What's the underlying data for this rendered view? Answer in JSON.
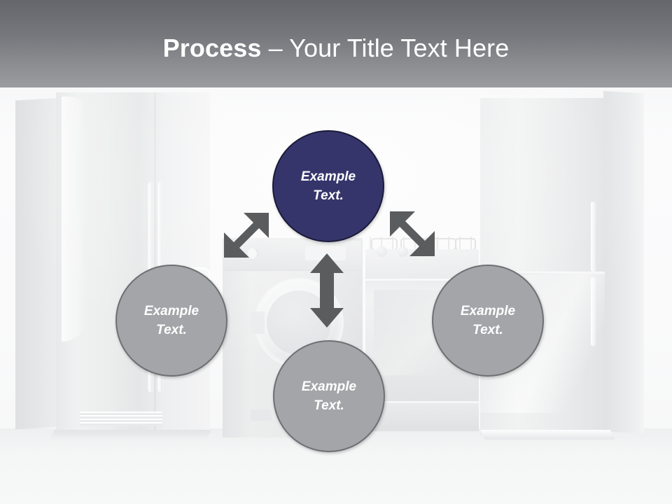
{
  "slide": {
    "header": {
      "title_strong": "Process",
      "title_separator": " – ",
      "title_light": "Your Title Text Here",
      "background_color_top": "#65666b",
      "background_color_bottom": "#9a9ca0",
      "title_color": "#ffffff"
    },
    "background": {
      "description": "Faded photograph of kitchen appliances",
      "items": [
        {
          "name": "side-by-side-refrigerator",
          "position": "left"
        },
        {
          "name": "washing-machine",
          "position": "center"
        },
        {
          "name": "gas-stove-oven",
          "position": "center-right"
        },
        {
          "name": "tall-refrigerator-freezer",
          "position": "right"
        }
      ]
    },
    "diagram": {
      "type": "hub-and-spoke",
      "accent_color": "#36356b",
      "node_color": "#a3a5a8",
      "node_border_color": "#6e7073",
      "arrow_color": "#5b5c5e",
      "nodes": [
        {
          "id": "top",
          "label": "Example Text.",
          "line1": "Example",
          "line2": "Text.",
          "highlighted": true
        },
        {
          "id": "left",
          "label": "Example Text.",
          "line1": "Example",
          "line2": "Text.",
          "highlighted": false
        },
        {
          "id": "right",
          "label": "Example Text.",
          "line1": "Example",
          "line2": "Text.",
          "highlighted": false
        },
        {
          "id": "bottom",
          "label": "Example Text.",
          "line1": "Example",
          "line2": "Text.",
          "highlighted": false
        }
      ],
      "connectors": [
        {
          "id": "top-left",
          "from": "top",
          "to": "left",
          "style": "double-headed",
          "orientation": "diagonal-down-left"
        },
        {
          "id": "top-right",
          "from": "top",
          "to": "right",
          "style": "double-headed",
          "orientation": "diagonal-down-right"
        },
        {
          "id": "top-bottom",
          "from": "top",
          "to": "bottom",
          "style": "double-headed",
          "orientation": "vertical"
        }
      ]
    }
  }
}
